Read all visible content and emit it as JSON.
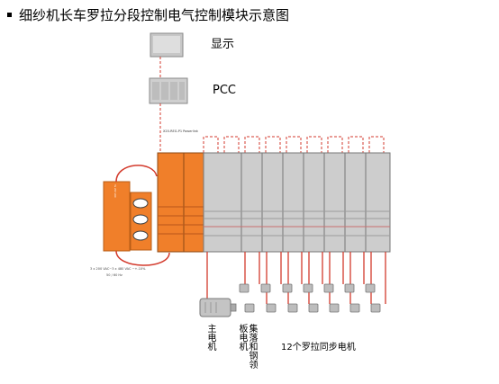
{
  "title": "细纱机长车罗拉分段控制电气控制模块示意图",
  "labels": {
    "display": "显示",
    "pcc": "PCC",
    "main_motor": "主电机",
    "settle_motor": "集落和钢领板电机",
    "roller_motors": "12个罗拉同步电机",
    "powerlink_bus": "X20-REG-P1 Powerlink",
    "supply_line1": "3 x 200 VAC~3 x 480 VAC ~+-10%",
    "supply_line2": "50 / 60 Hz"
  },
  "modules": {
    "supply_count": 2,
    "drive_count": 9,
    "roller_motor_count": 12,
    "colors": {
      "accent": "#f07f2a",
      "module_gray": "#cdcdcd",
      "bus_red": "#d33a2c"
    }
  }
}
